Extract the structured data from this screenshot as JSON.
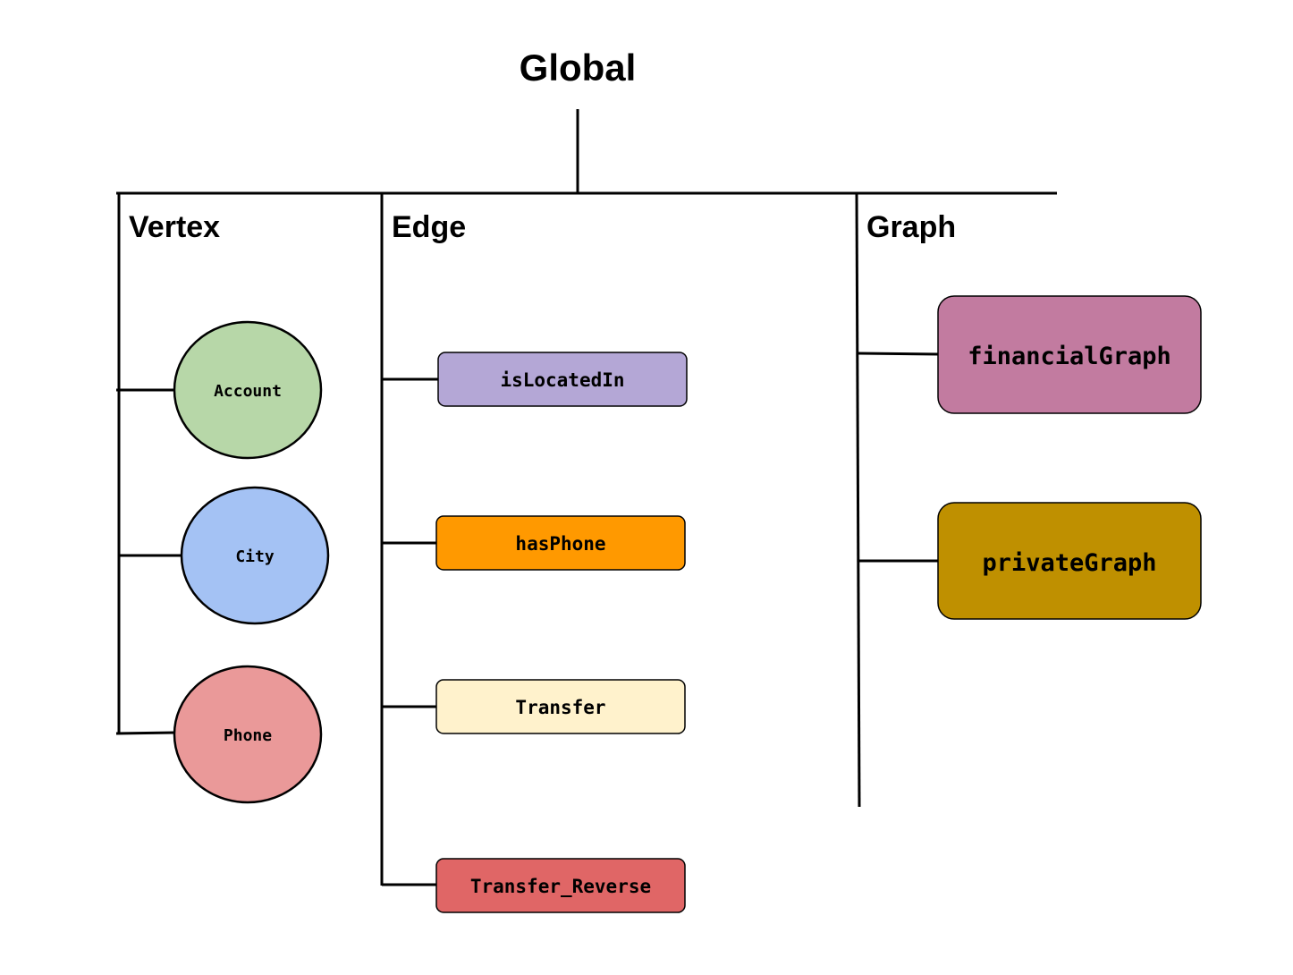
{
  "root": {
    "label": "Global"
  },
  "categories": {
    "vertex": {
      "label": "Vertex"
    },
    "edge": {
      "label": "Edge"
    },
    "graph": {
      "label": "Graph"
    }
  },
  "vertices": [
    {
      "label": "Account",
      "color": "#b7d7a8"
    },
    {
      "label": "City",
      "color": "#a4c2f4"
    },
    {
      "label": "Phone",
      "color": "#ea9999"
    }
  ],
  "edges": [
    {
      "label": "isLocatedIn",
      "color": "#b4a7d6"
    },
    {
      "label": "hasPhone",
      "color": "#ff9900"
    },
    {
      "label": "Transfer",
      "color": "#fff2cc"
    },
    {
      "label": "Transfer_Reverse",
      "color": "#e06666"
    }
  ],
  "graphs": [
    {
      "label": "financialGraph",
      "color": "#c27ba0"
    },
    {
      "label": "privateGraph",
      "color": "#bf9000"
    }
  ]
}
